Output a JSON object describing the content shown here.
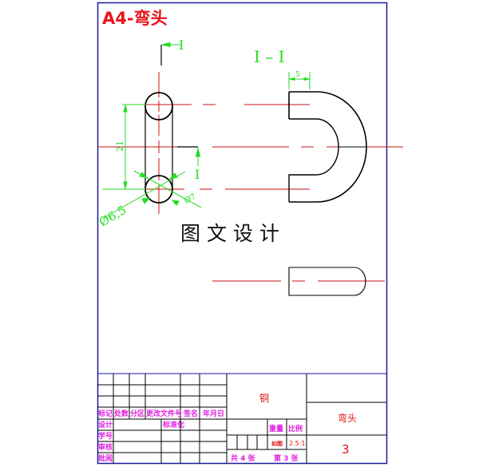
{
  "sheet": {
    "title": "A4-弯头",
    "watermark": "图 文 设 计",
    "colors": {
      "frame": "#1a1aa0",
      "outline": "#000000",
      "centerline": "#cc1111",
      "dimension": "#22dd22",
      "title": "#e8141c",
      "titleblock_label": "#e020e0",
      "titleblock_value": "#e01010"
    }
  },
  "views": {
    "front": {
      "section_mark_top": "I",
      "section_mark_bottom": "I",
      "dim_height": "21",
      "dim_diameter_outer": "Ø6,5",
      "dim_diameter_inner": "Ø7"
    },
    "section": {
      "label": "I – I",
      "dim_thickness": "5"
    }
  },
  "title_block": {
    "headers": [
      "标记",
      "处数",
      "分区",
      "更改文件号",
      "签名",
      "年月日"
    ],
    "rows": [
      {
        "label": "设计",
        "mid": "标准化"
      },
      {
        "label": "学号"
      },
      {
        "label": "审核"
      },
      {
        "label": "批阅"
      }
    ],
    "material": "铜",
    "weight_label": "重量",
    "scale_label": "比例",
    "weight_value": "如图",
    "scale_value": "2.5:1",
    "sheets_total": "共 4 张",
    "sheet_no": "第 3 张",
    "part_name": "弯头",
    "drawing_no": "3"
  }
}
